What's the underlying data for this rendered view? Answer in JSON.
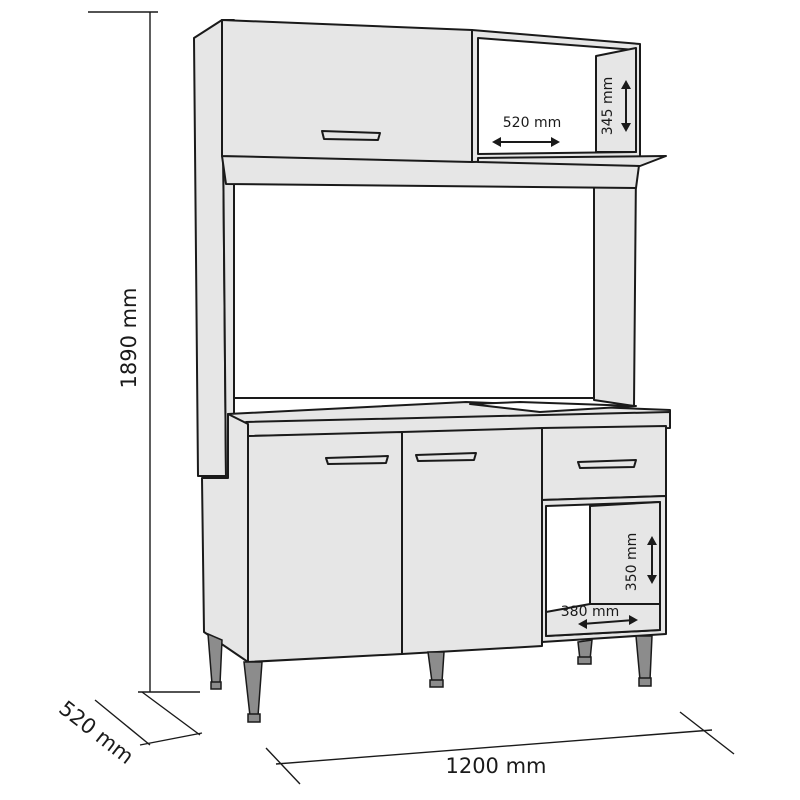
{
  "dimensions": {
    "height": "1890 mm",
    "depth": "520 mm",
    "width": "1200 mm",
    "upper_niche_width": "520 mm",
    "upper_niche_height": "345 mm",
    "lower_niche_width": "380 mm",
    "lower_niche_height": "350 mm"
  },
  "colors": {
    "panel": "#e6e6e6",
    "outline": "#1a1a1a",
    "leg": "#8c8c8c",
    "background": "#ffffff"
  }
}
